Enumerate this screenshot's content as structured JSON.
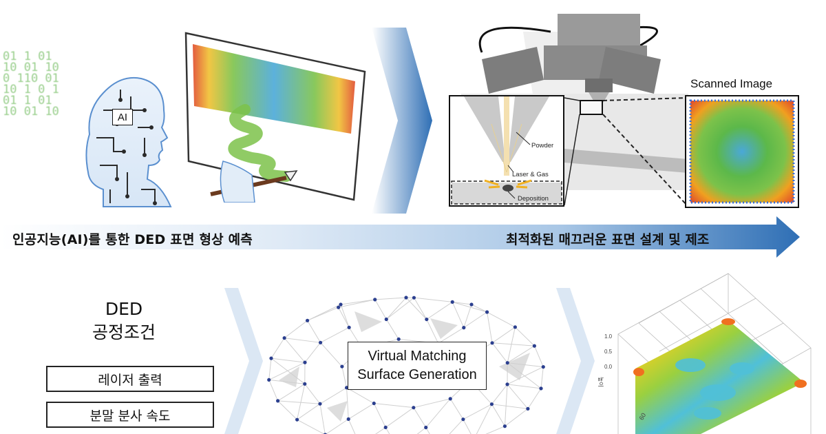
{
  "banner": {
    "left_text": "인공지능(AI)를 통한 DED 표면 형상 예측",
    "right_text": "최적화된 매끄러운 표면 설계 및 제조"
  },
  "ai_figure": {
    "label": "AI",
    "binary_rows": [
      "01 1 01",
      "10 01 10",
      "0 110 01",
      "10 1 0 1"
    ]
  },
  "machine": {
    "scanned_title": "Scanned Image",
    "annotations": {
      "powder": "Powder",
      "laser_gas": "Laser & Gas",
      "deposition": "Deposition"
    }
  },
  "ded": {
    "title_line1": "DED",
    "title_line2": "공정조건",
    "params": [
      "레이저 출력",
      "분말 분사 속도"
    ]
  },
  "virtual_matching": {
    "line1": "Virtual Matching",
    "line2": "Surface Generation"
  },
  "plot3d": {
    "tick_top": "1.0",
    "tick_mid": "0.5",
    "tick_low": "0.0",
    "tick_bottom": "60",
    "axis_label": "높이"
  },
  "colors": {
    "arrow_blue": "#2f6fb5",
    "heat_green": "#5cb84a",
    "heat_blue": "#3a8fd6",
    "heat_red": "#e03020",
    "heat_yellow": "#f0d020"
  }
}
